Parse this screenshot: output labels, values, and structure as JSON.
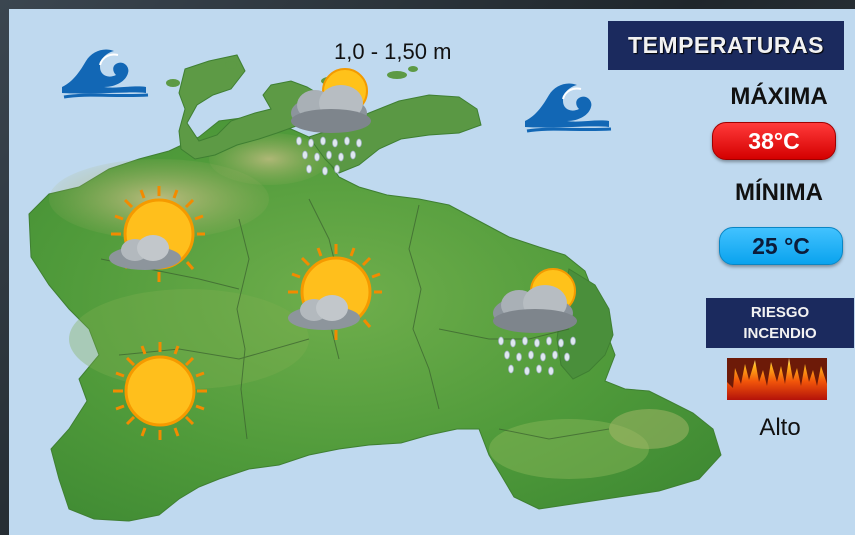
{
  "sea": {
    "wave_height": "1,0 -  1,50 m"
  },
  "temperatures": {
    "header": "TEMPERATURAS",
    "max_label": "MÁXIMA",
    "max_value": "38°C",
    "min_label": "MÍNIMA",
    "min_value": "25 °C"
  },
  "fire_risk": {
    "header_line1": "RIESGO",
    "header_line2": "INCENDIO",
    "level": "Alto"
  },
  "icons": {
    "wave": "wave-icon",
    "sun": "sun-icon",
    "sun_cloud": "sun-cloud-icon",
    "rain_cloud": "rain-cloud-icon",
    "fire": "fire-icon"
  },
  "colors": {
    "background_sea": "#bfd9ef",
    "land": "#5f9c45",
    "header_bg": "#1b2a5e",
    "max_pill": "#e60000",
    "min_pill": "#1ab4f7",
    "wave": "#1267b5"
  }
}
